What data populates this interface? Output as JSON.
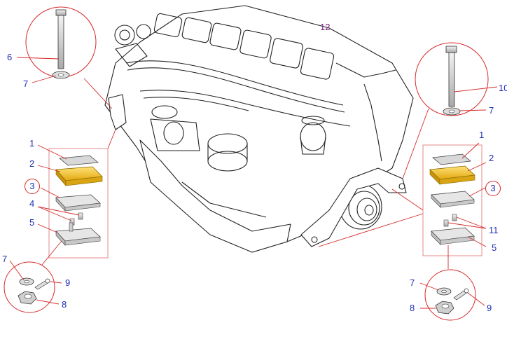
{
  "engine": {
    "label": "12"
  },
  "left_group": {
    "bolt_labels": {
      "bolt": "6",
      "washer": "7"
    },
    "stack_labels": {
      "plate": "1",
      "pad": "2",
      "bracket": "3",
      "pins": "4",
      "base": "5"
    },
    "nut_labels": {
      "washer": "7",
      "nut": "8",
      "key": "9"
    }
  },
  "right_group": {
    "bolt_labels": {
      "bolt": "10",
      "washer": "7"
    },
    "stack_labels": {
      "plate": "1",
      "pad": "2",
      "bracket": "3",
      "pins": "11",
      "base": "5"
    },
    "nut_labels": {
      "washer": "7",
      "nut": "8",
      "key": "9"
    }
  },
  "colors": {
    "label": "#1f2fb4",
    "engine_label": "#7a2080",
    "callout_line": "#d62a2a",
    "pad": "#f2c21a",
    "panel_border": "#e48a8a"
  }
}
